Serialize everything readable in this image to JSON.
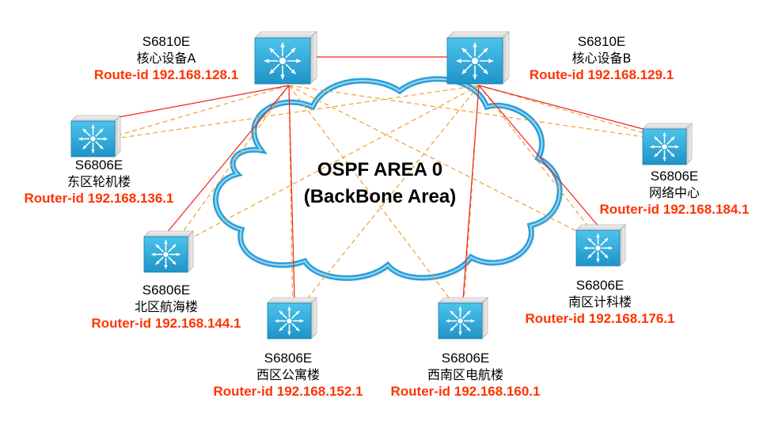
{
  "colors": {
    "router_id": "#ff3300",
    "core_link": "#ee2222",
    "access_link": "#ee2222",
    "mesh_link": "#f0a030",
    "cloud_stroke": "#2a9fd8",
    "switch_face": "#2fb0de"
  },
  "cloud": {
    "line1": "OSPF AREA 0",
    "line2": "(BackBone Area)"
  },
  "nodes": {
    "coreA": {
      "model": "S6810E",
      "name": "核心设备A",
      "rid": "Route-id 192.168.128.1",
      "icon": "layer3-switch-icon"
    },
    "coreB": {
      "model": "S6810E",
      "name": "核心设备B",
      "rid": "Route-id 192.168.129.1",
      "icon": "layer3-switch-icon"
    },
    "east": {
      "model": "S6806E",
      "name": "东区轮机楼",
      "rid": "Router-id 192.168.136.1",
      "icon": "layer3-switch-icon"
    },
    "net": {
      "model": "S6806E",
      "name": "网络中心",
      "rid": "Router-id 192.168.184.1",
      "icon": "layer3-switch-icon"
    },
    "north": {
      "model": "S6806E",
      "name": "北区航海楼",
      "rid": "Router-id 192.168.144.1",
      "icon": "layer3-switch-icon"
    },
    "south": {
      "model": "S6806E",
      "name": "南区计科楼",
      "rid": "Router-id 192.168.176.1",
      "icon": "layer3-switch-icon"
    },
    "west": {
      "model": "S6806E",
      "name": "西区公寓楼",
      "rid": "Router-id 192.168.152.1",
      "icon": "layer3-switch-icon"
    },
    "sw": {
      "model": "S6806E",
      "name": "西南区电航楼",
      "rid": "Router-id 192.168.160.1",
      "icon": "layer3-switch-icon"
    }
  }
}
